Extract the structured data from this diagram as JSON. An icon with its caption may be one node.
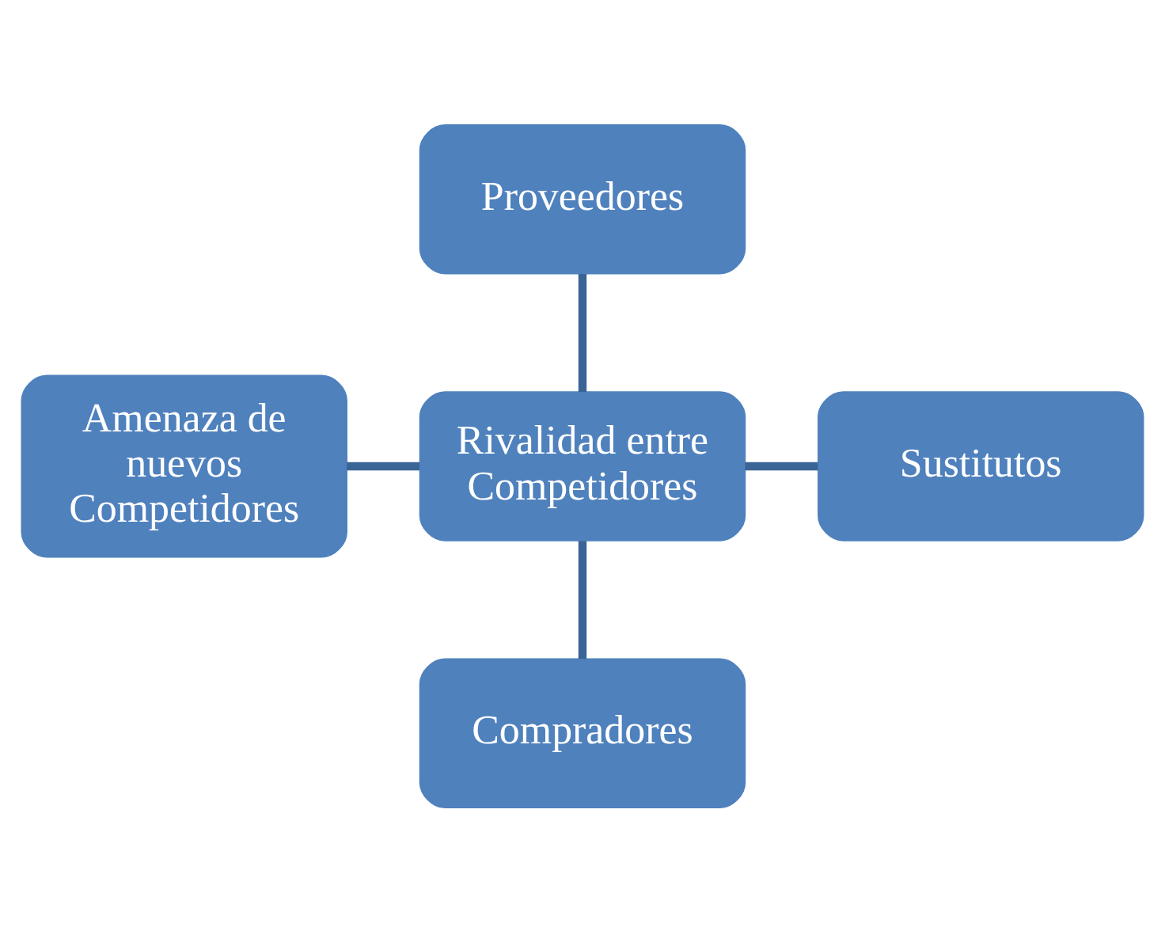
{
  "diagram": {
    "nodes": [
      {
        "text": [
          "Proveedores"
        ]
      },
      {
        "text": [
          "Amenaza de nuevos Competidores"
        ]
      },
      {
        "text": [
          "Rivalidad entre Competidores"
        ]
      },
      {
        "text": [
          "Sustitutos"
        ]
      },
      {
        "text": [
          "Compradores"
        ]
      }
    ],
    "edges": [
      {
        "from": 0,
        "to": 2,
        "arrow": "none"
      },
      {
        "from": 1,
        "to": 2,
        "arrow": "none"
      },
      {
        "from": 2,
        "to": 3,
        "arrow": "none"
      },
      {
        "from": 2,
        "to": 4,
        "arrow": "none"
      }
    ]
  }
}
